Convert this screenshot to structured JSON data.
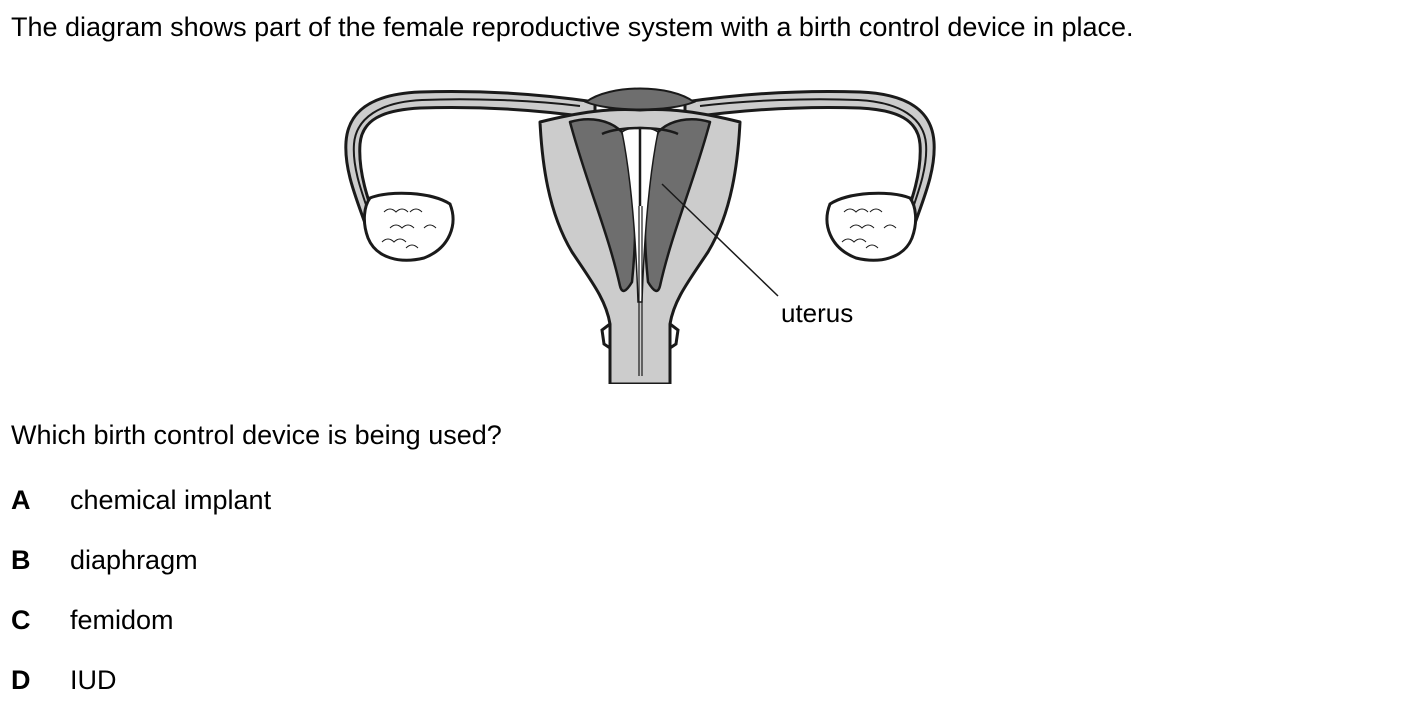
{
  "question": {
    "intro": "The diagram shows part of the female reproductive system with a birth control device in place.",
    "diagram": {
      "label": "uterus",
      "colors": {
        "outline": "#1a1a1a",
        "tissue_light": "#cccccc",
        "tissue_dark": "#6e6e6e",
        "ovary_fill": "#ffffff",
        "background": "#ffffff"
      }
    },
    "prompt": "Which birth control device is being used?",
    "options": [
      {
        "letter": "A",
        "text": "chemical implant"
      },
      {
        "letter": "B",
        "text": "diaphragm"
      },
      {
        "letter": "C",
        "text": "femidom"
      },
      {
        "letter": "D",
        "text": "IUD"
      }
    ]
  }
}
